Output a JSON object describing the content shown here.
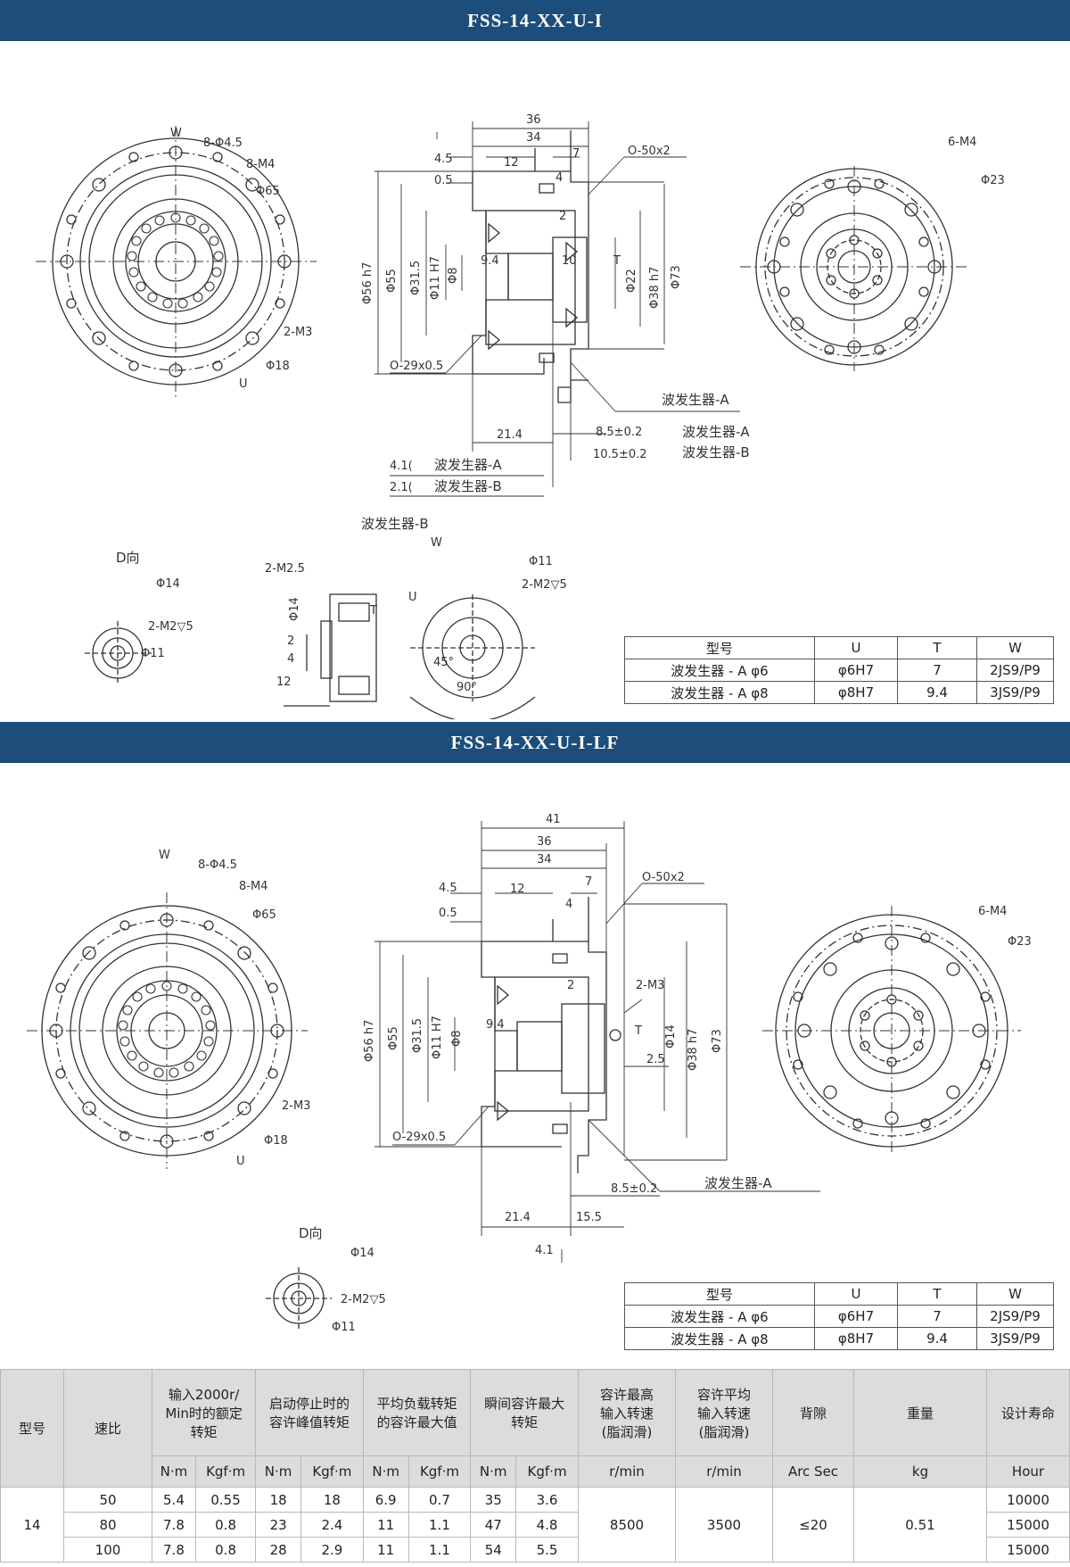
{
  "section1": {
    "title": "FSS-14-XX-U-I",
    "labels": {
      "w": "W",
      "holes": "8-Φ4.5",
      "m4": "8-M4",
      "d65": "Φ65",
      "m3": "2-M3",
      "d18": "Φ18",
      "u": "U",
      "d36": "36",
      "d34": "34",
      "d45": "4.5",
      "d05": "0.5",
      "d12": "12",
      "d7": "7",
      "d4": "4",
      "oring1": "O-50x2",
      "d56": "Φ56 h7",
      "d55": "Φ55",
      "d315": "Φ31.5",
      "d11": "Φ11 H7",
      "d8": "Φ8",
      "d94": "9.4",
      "d2": "2",
      "d10": "10",
      "t": "T",
      "d22": "Φ22",
      "d38": "Φ38 h7",
      "d73": "Φ73",
      "oring2": "O-29x0.5",
      "wgA": "波发生器-A",
      "d214": "21.4",
      "d85": "8.5±0.2",
      "d105": "10.5±0.2",
      "wgA2": "波发生器-A",
      "wgB2": "波发生器-B",
      "d41": "4.1(",
      "d21": "2.1(",
      "wgA3": "波发生器-A",
      "wgB3": "波发生器-B",
      "m4r": "6-M4",
      "d23": "Φ23",
      "wgB": "波发生器-B",
      "dview": "D向",
      "dv14": "Φ14",
      "dvm2": "2-M2▽5",
      "dv11": "Φ11",
      "b_m25": "2-M2.5",
      "b_d14": "Φ14",
      "b_2": "2",
      "b_4": "4",
      "b_12": "12",
      "b_w": "W",
      "b_d11": "Φ11",
      "b_m2": "2-M2▽5",
      "b_u": "U",
      "b_45": "45°",
      "b_90": "90°",
      "b_t": "T"
    },
    "table": {
      "headers": [
        "型号",
        "U",
        "T",
        "W"
      ],
      "rows": [
        [
          "波发生器 - A φ6",
          "φ6H7",
          "7",
          "2JS9/P9"
        ],
        [
          "波发生器 - A φ8",
          "φ8H7",
          "9.4",
          "3JS9/P9"
        ]
      ]
    }
  },
  "section2": {
    "title": "FSS-14-XX-U-I-LF",
    "labels": {
      "w": "W",
      "holes": "8-Φ4.5",
      "m4": "8-M4",
      "d65": "Φ65",
      "m3": "2-M3",
      "d18": "Φ18",
      "u": "U",
      "d41t": "41",
      "d36": "36",
      "d34": "34",
      "d45": "4.5",
      "d05": "0.5",
      "d12": "12",
      "d7": "7",
      "d4": "4",
      "oring1": "O-50x2",
      "d56": "Φ56 h7",
      "d55": "Φ55",
      "d315": "Φ31.5",
      "d11": "Φ11 H7",
      "d8": "Φ8",
      "d94": "9.4",
      "d2": "2",
      "m3b": "2-M3",
      "t": "T",
      "d14": "Φ14",
      "d38": "Φ38 h7",
      "d73": "Φ73",
      "d25": "2.5",
      "oring2": "O-29x0.5",
      "d85": "8.5±0.2",
      "wgA": "波发生器-A",
      "d214": "21.4",
      "d155": "15.5",
      "d41": "4.1",
      "m4r": "6-M4",
      "d23": "Φ23",
      "dview": "D向",
      "dv14": "Φ14",
      "dvm2": "2-M2▽5",
      "dv11": "Φ11"
    },
    "table": {
      "headers": [
        "型号",
        "U",
        "T",
        "W"
      ],
      "rows": [
        [
          "波发生器 - A φ6",
          "φ6H7",
          "7",
          "2JS9/P9"
        ],
        [
          "波发生器 - A φ8",
          "φ8H7",
          "9.4",
          "3JS9/P9"
        ]
      ]
    }
  },
  "performance": {
    "headers": {
      "model": "型号",
      "ratio": "速比",
      "rated_line1": "输入2000r/",
      "rated_line2": "Min时的额定",
      "rated_line3": "转矩",
      "peak_line1": "启动停止时的",
      "peak_line2": "容许峰值转矩",
      "avg_line1": "平均负载转矩",
      "avg_line2": "的容许最大值",
      "inst_line1": "瞬间容许最大",
      "inst_line2": "转矩",
      "maxin_line1": "容许最高",
      "maxin_line2": "输入转速",
      "maxin_line3": "(脂润滑)",
      "avgin_line1": "容许平均",
      "avgin_line2": "输入转速",
      "avgin_line3": "(脂润滑)",
      "backlash": "背隙",
      "weight": "重量",
      "life": "设计寿命"
    },
    "units": [
      "N·m",
      "Kgf·m",
      "N·m",
      "Kgf·m",
      "N·m",
      "Kgf·m",
      "N·m",
      "Kgf·m",
      "r/min",
      "r/min",
      "Arc Sec",
      "kg",
      "Hour"
    ],
    "model": "14",
    "max_input": "8500",
    "avg_input": "3500",
    "backlash": "≤20",
    "weight": "0.51",
    "rows": [
      {
        "ratio": "50",
        "rated_nm": "5.4",
        "rated_kgf": "0.55",
        "peak_nm": "18",
        "peak_kgf": "18",
        "avg_nm": "6.9",
        "avg_kgf": "0.7",
        "inst_nm": "35",
        "inst_kgf": "3.6",
        "life": "10000"
      },
      {
        "ratio": "80",
        "rated_nm": "7.8",
        "rated_kgf": "0.8",
        "peak_nm": "23",
        "peak_kgf": "2.4",
        "avg_nm": "11",
        "avg_kgf": "1.1",
        "inst_nm": "47",
        "inst_kgf": "4.8",
        "life": "15000"
      },
      {
        "ratio": "100",
        "rated_nm": "7.8",
        "rated_kgf": "0.8",
        "peak_nm": "28",
        "peak_kgf": "2.9",
        "avg_nm": "11",
        "avg_kgf": "1.1",
        "inst_nm": "54",
        "inst_kgf": "5.5",
        "life": "15000"
      }
    ],
    "colors": {
      "banner": "#1d4d7a",
      "header_bg": "#dcdcdc"
    }
  }
}
